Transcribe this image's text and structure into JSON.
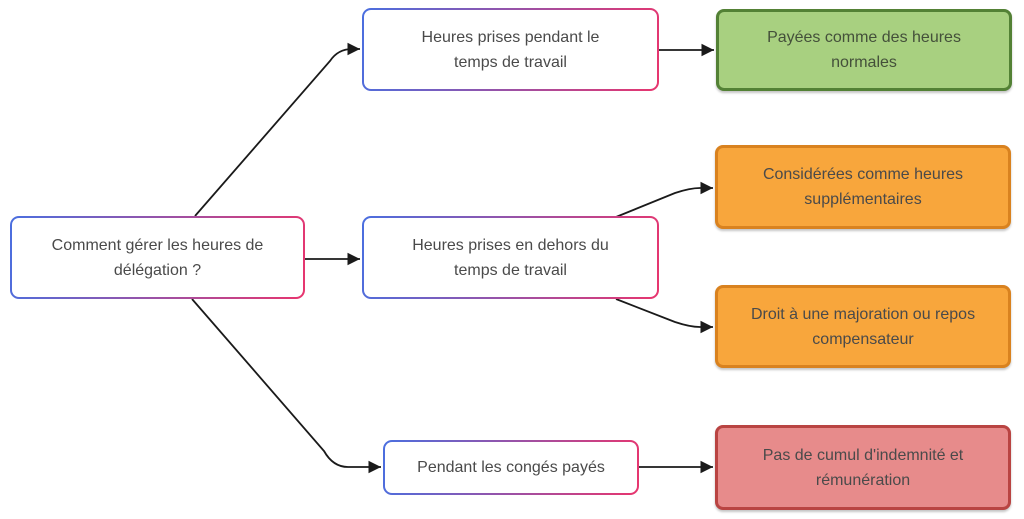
{
  "nodes": {
    "root": {
      "label": "Comment gérer les heures de\ndélégation ?"
    },
    "during_work": {
      "label": "Heures prises pendant le\ntemps de travail"
    },
    "outside_work": {
      "label": "Heures prises en dehors du\ntemps de travail"
    },
    "paid_leave": {
      "label": "Pendant les congés payés"
    },
    "paid_normal": {
      "label": "Payées comme des heures\nnormales"
    },
    "overtime": {
      "label": "Considérées comme heures\nsupplémentaires"
    },
    "increase_or_rest": {
      "label": "Droit à une majoration ou repos\ncompensateur"
    },
    "no_cumulation": {
      "label": "Pas de cumul d'indemnité et\nrémunération"
    }
  },
  "edges": [
    {
      "from": "root",
      "to": "during_work"
    },
    {
      "from": "root",
      "to": "outside_work"
    },
    {
      "from": "root",
      "to": "paid_leave"
    },
    {
      "from": "during_work",
      "to": "paid_normal"
    },
    {
      "from": "outside_work",
      "to": "overtime"
    },
    {
      "from": "outside_work",
      "to": "increase_or_rest"
    },
    {
      "from": "paid_leave",
      "to": "no_cumulation"
    }
  ],
  "colors": {
    "question_border_start": "#4a6fe0",
    "question_border_end": "#e8356e",
    "outcome_green_bg": "#a8d080",
    "outcome_green_border": "#538135",
    "outcome_green_text": "#44503a",
    "outcome_orange_bg": "#f8a63c",
    "outcome_orange_border": "#d9821f",
    "outcome_red_bg": "#e78b8b",
    "outcome_red_border": "#b94442",
    "text_color": "#4a4a4a",
    "arrow_color": "#1a1a1a"
  }
}
